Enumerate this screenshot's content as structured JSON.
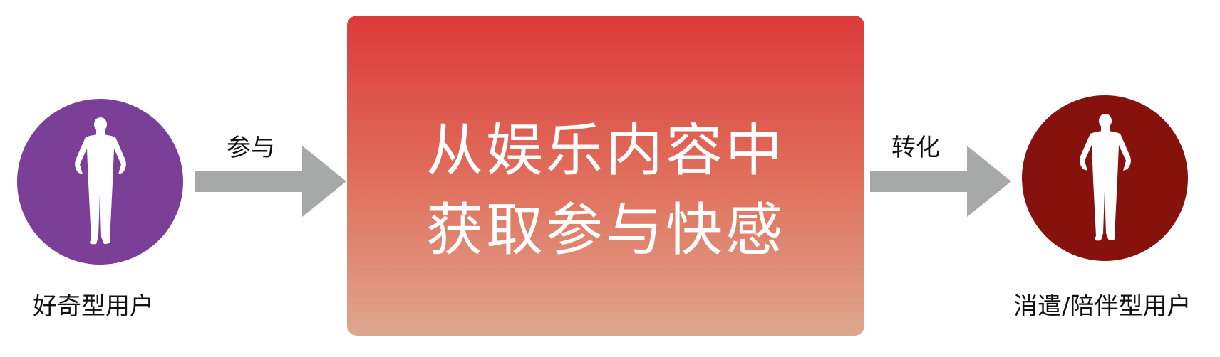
{
  "diagram": {
    "left_user": {
      "label": "好奇型用户",
      "icon": "person-silhouette-icon",
      "color": "#7b3f98"
    },
    "right_user": {
      "label": "消遣/陪伴型用户",
      "icon": "person-silhouette-icon",
      "color": "#86120d"
    },
    "center_box": {
      "line1": "从娱乐内容中",
      "line2": "获取参与快感",
      "gradient_top": "#dc3a3b",
      "gradient_bottom": "#dea68f"
    },
    "arrows": [
      {
        "label": "参与",
        "color": "#a7a9a8"
      },
      {
        "label": "转化",
        "color": "#a7a9a8"
      }
    ]
  }
}
